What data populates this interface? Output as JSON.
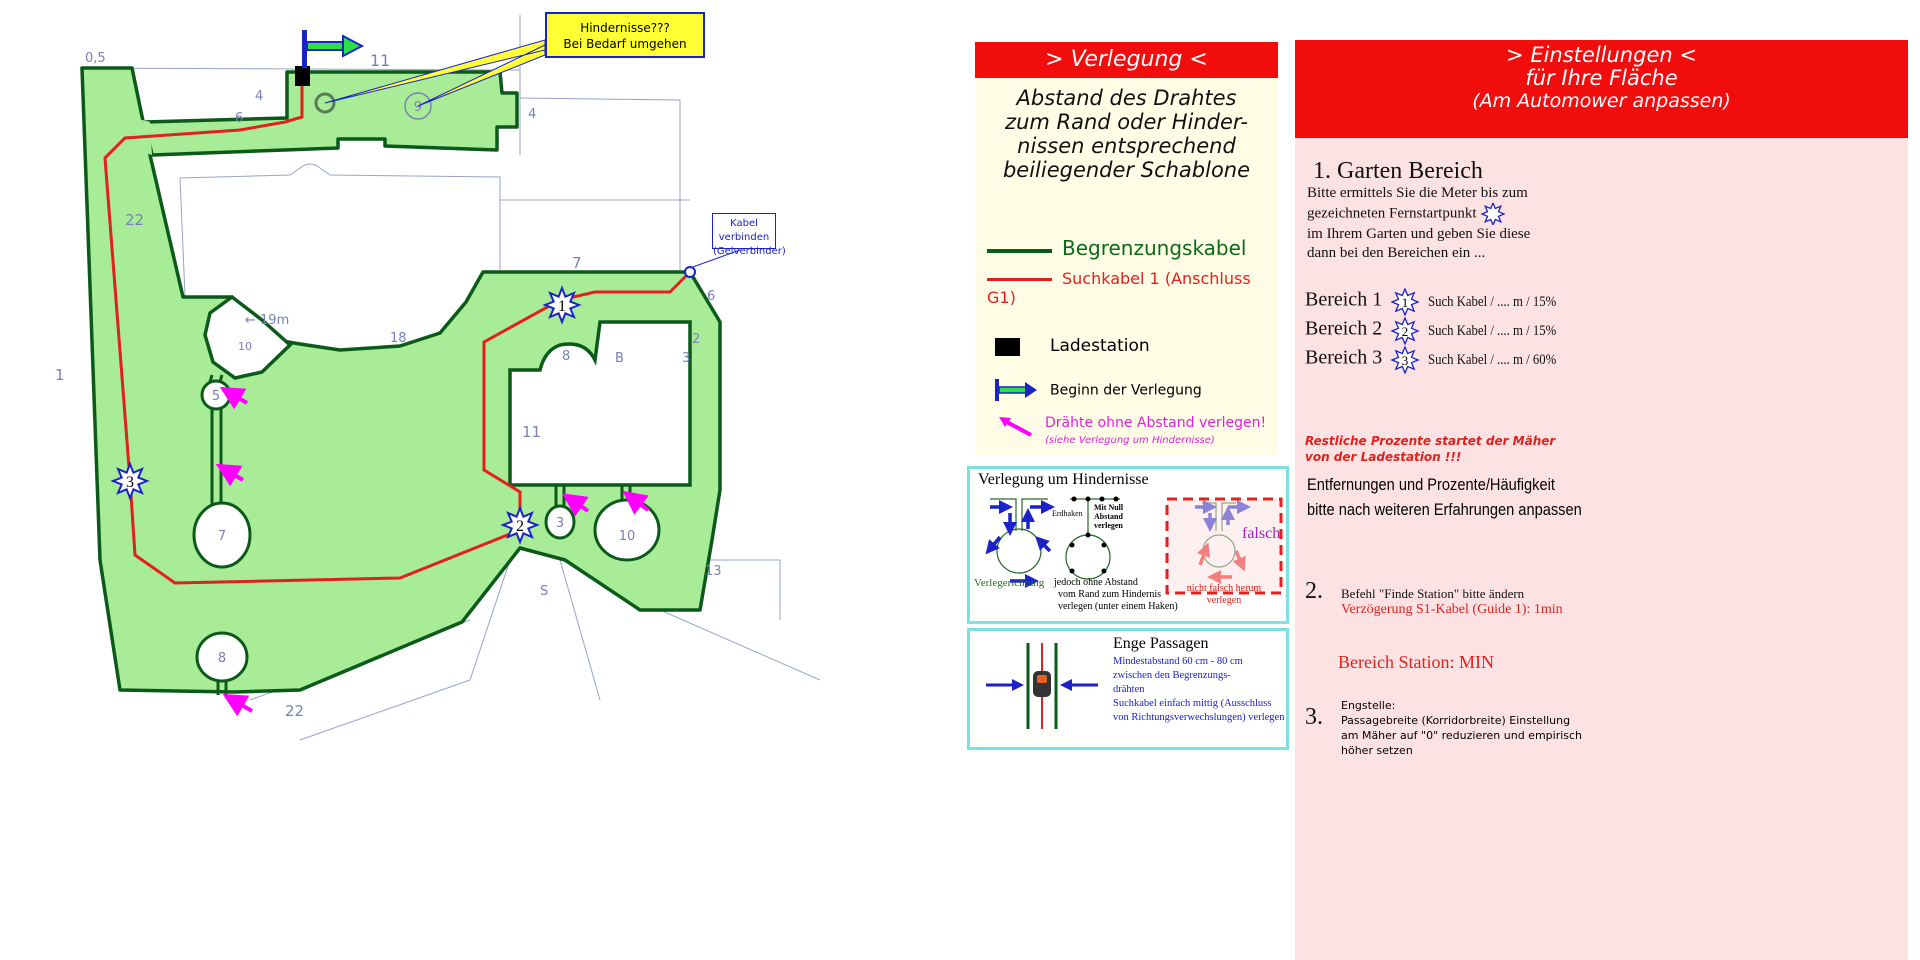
{
  "map": {
    "callout_obstacles": [
      "Hindernisse???",
      "Bei Bedarf umgehen"
    ],
    "callout_connect": [
      "Kabel verbinden",
      "(Gelverbinder)"
    ],
    "stars": [
      "1",
      "2",
      "3"
    ],
    "obstacle_numbers": [
      "5",
      "7",
      "3",
      "10",
      "8",
      "9"
    ],
    "labels": [
      "0,5",
      "11",
      "4",
      "6",
      "22",
      "7",
      "← 19m",
      "10",
      "18",
      "8",
      "11",
      "B",
      "3",
      "2",
      "6",
      "S",
      "22",
      "1",
      "13",
      "4"
    ],
    "colors": {
      "boundary": "#0b5a1a",
      "guide": "#e3201b",
      "lawn": "#a8ec98",
      "arrow": "#ff00ff",
      "star": "#1a22c8"
    }
  },
  "verlegung": {
    "title": "> Verlegung <",
    "description": [
      "Abstand des Drahtes",
      "zum Rand oder Hinder-",
      "nissen entsprechend",
      "beiliegender Schablone"
    ],
    "legend": {
      "boundary": "Begrenzungskabel",
      "guide": "Suchkabel 1 (Anschluss G1)",
      "station": "Ladestation",
      "start": "Beginn der Verlegung",
      "no_gap": "Drähte ohne Abstand verlegen!",
      "no_gap_note": "(siehe Verlegung um Hindernisse)"
    }
  },
  "obstacles_box": {
    "title": "Verlegung um Hindernisse",
    "direction": "Verlegerichtung",
    "hook": "Erdhaken",
    "zero_gap": [
      "Mit Null",
      "Abstand",
      "verlegen"
    ],
    "note": [
      "jedoch ohne Abstand",
      "vom Rand zum Hindernis",
      "verlegen (unter einem Haken)"
    ],
    "wrong": "falsch",
    "wrong_note": [
      "nicht falsch herum",
      "verlegen"
    ]
  },
  "passages_box": {
    "title": "Enge Passagen",
    "lines": [
      "Mindestabstand 60 cm - 80 cm",
      "zwischen den Begrenzungs-",
      "drähten",
      "Suchkabel einfach mittig (Ausschluss",
      "von Richtungsverwechslungen) verlegen"
    ]
  },
  "einstellungen": {
    "title": [
      "> Einstellungen <",
      "für Ihre Fläche",
      "(Am Automower anpassen)"
    ],
    "s1_heading": "1. Garten Bereich",
    "s1_text": [
      "Bitte ermittels Sie die Meter bis zum",
      "gezeichneten Fernstartpunkt",
      "im Ihrem Garten und geben Sie diese",
      "dann bei den Bereichen ein ..."
    ],
    "areas": [
      {
        "label": "Bereich 1",
        "star": "1",
        "value": "Such Kabel / .... m / 15%"
      },
      {
        "label": "Bereich 2",
        "star": "2",
        "value": "Such Kabel / .... m / 15%"
      },
      {
        "label": "Bereich 3",
        "star": "3",
        "value": "Such Kabel / .... m / 60%"
      }
    ],
    "rest_note": [
      "Restliche Prozente  startet der Mäher",
      "von der Ladestation !!!"
    ],
    "adjust_note": [
      "Entfernungen und Prozente/Häufigkeit",
      "bitte nach weiteren Erfahrungen anpassen"
    ],
    "s2_num": "2.",
    "s2_text": "Befehl \"Finde Station\" bitte ändern",
    "s2_red": "Verzögerung S1-Kabel (Guide 1): 1min",
    "station_area": "Bereich Station: MIN",
    "s3_num": "3.",
    "s3_text": [
      "Engstelle:",
      "Passagebreite (Korridorbreite) Einstellung",
      "am Mäher auf \"0\" reduzieren und empirisch",
      "höher setzen"
    ]
  }
}
